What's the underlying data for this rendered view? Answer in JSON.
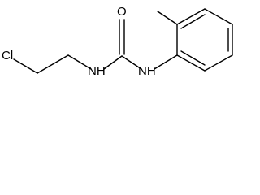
{
  "molecule": {
    "atoms": {
      "chlorine": "Cl",
      "amine_left": "NH",
      "carbonyl_oxygen": "O",
      "amine_right": "NH"
    }
  }
}
